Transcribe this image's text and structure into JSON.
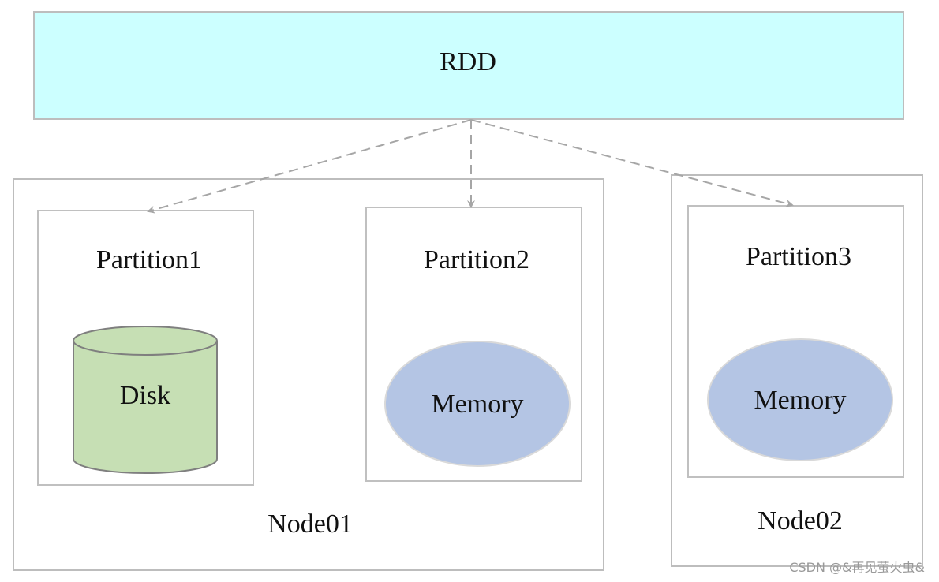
{
  "rdd": {
    "label": "RDD"
  },
  "partitions": [
    {
      "label": "Partition1",
      "storage": "Disk"
    },
    {
      "label": "Partition2",
      "storage": "Memory"
    },
    {
      "label": "Partition3",
      "storage": "Memory"
    }
  ],
  "nodes": [
    {
      "label": "Node01"
    },
    {
      "label": "Node02"
    }
  ],
  "colors": {
    "rdd_fill": "#ccffff",
    "disk_fill": "#c6dfb4",
    "memory_fill": "#b4c5e4",
    "border": "#bdbdbd",
    "arrow": "#a6a6a6"
  },
  "watermark": "CSDN @&再见萤火虫&"
}
